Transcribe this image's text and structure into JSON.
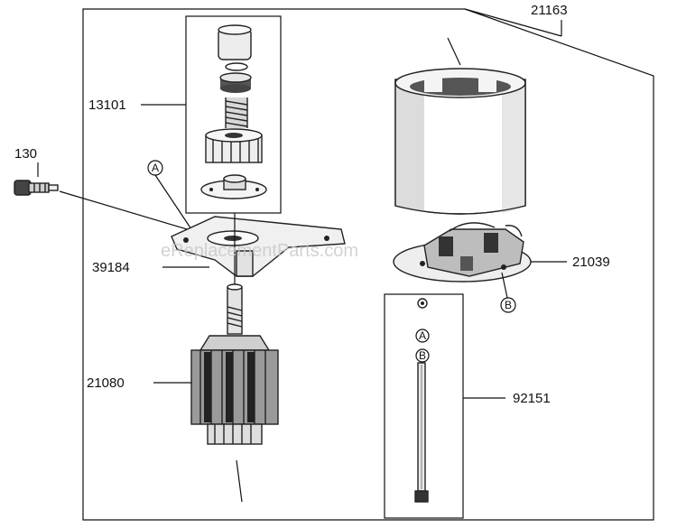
{
  "callouts": {
    "housing": "21163",
    "drive_assembly": "13101",
    "bolt": "130",
    "bracket": "39184",
    "brush_holder": "21039",
    "armature": "21080",
    "through_bolt": "92151"
  },
  "reference_letters": {
    "a": "A",
    "b": "B"
  },
  "watermark": "eReplacementParts.com"
}
